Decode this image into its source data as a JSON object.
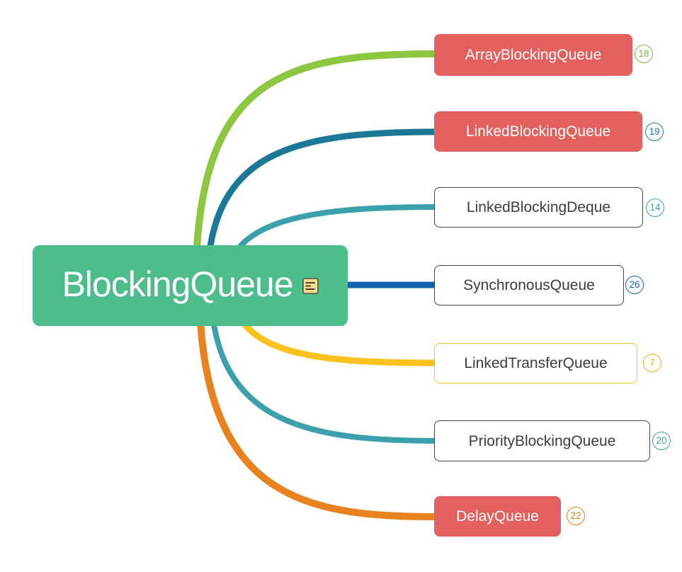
{
  "app": {
    "type": "mind-map",
    "background_color": "#ffffff"
  },
  "root": {
    "label": "BlockingQueue",
    "fill": "#4dbe8b",
    "text_color": "#ffffff",
    "note_icon": {
      "name": "note-icon",
      "fill": "#f9dc8c",
      "border": "#55523b",
      "lines": "#3e3c2c"
    }
  },
  "nodes": [
    {
      "label": "ArrayBlockingQueue",
      "badge": "18",
      "fill": "#e2605e",
      "text_color": "#ffffff",
      "border_color": "#e2605e",
      "branch_color": "#8dc63f",
      "badge_color": "#7cb944"
    },
    {
      "label": "LinkedBlockingQueue",
      "badge": "19",
      "fill": "#e2605e",
      "text_color": "#ffffff",
      "border_color": "#e2605e",
      "branch_color": "#1b7897",
      "badge_color": "#20809f"
    },
    {
      "label": "LinkedBlockingDeque",
      "badge": "14",
      "fill": "#ffffff",
      "text_color": "#3d3d3d",
      "border_color": "#454545",
      "branch_color": "#3c9fac",
      "badge_color": "#3c9fac"
    },
    {
      "label": "SynchronousQueue",
      "badge": "26",
      "fill": "#ffffff",
      "text_color": "#3d3d3d",
      "border_color": "#454545",
      "branch_color": "#1161b0",
      "badge_color": "#1565c8"
    },
    {
      "label": "LinkedTransferQueue",
      "badge": "7",
      "fill": "#ffffff",
      "text_color": "#3d3d3d",
      "border_color": "#fbc21d",
      "branch_color": "#fbc21d",
      "badge_color": "#f2b01e"
    },
    {
      "label": "PriorityBlockingQueue",
      "badge": "20",
      "fill": "#ffffff",
      "text_color": "#3d3d3d",
      "border_color": "#454545",
      "branch_color": "#3c9fac",
      "badge_color": "#3c9fac"
    },
    {
      "label": "DelayQueue",
      "badge": "22",
      "fill": "#e2605e",
      "text_color": "#ffffff",
      "border_color": "#e2605e",
      "branch_color": "#e8821e",
      "badge_color": "#e8821e"
    }
  ]
}
